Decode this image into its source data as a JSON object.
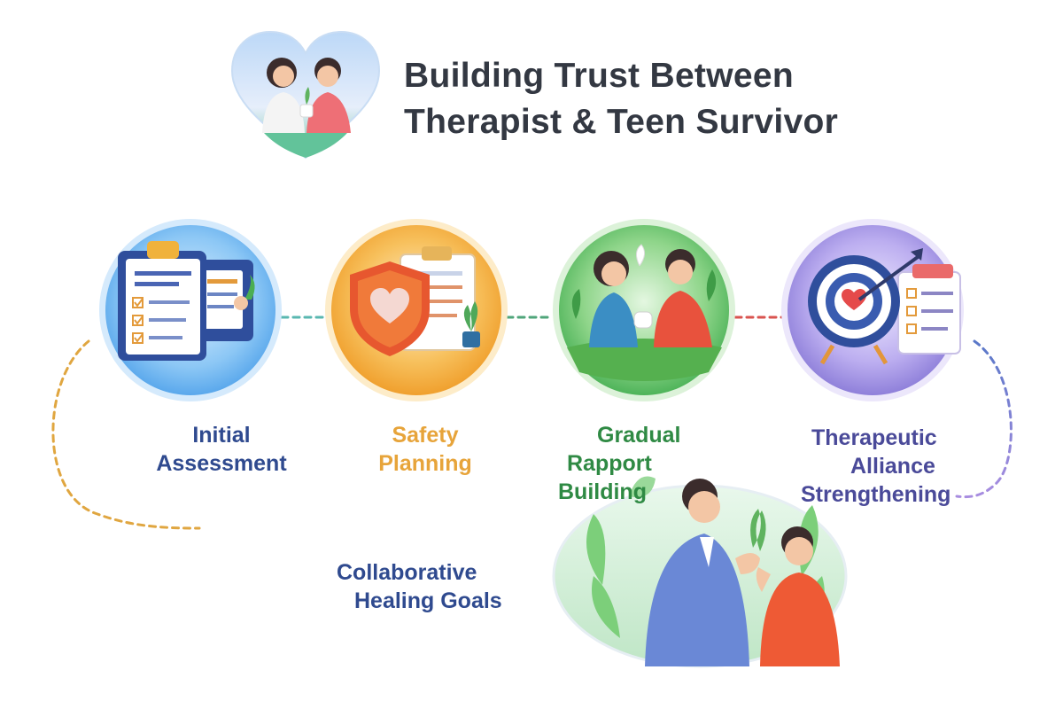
{
  "title": {
    "line1": "Building Trust Between",
    "line2": "Therapist & Teen Survivor"
  },
  "stages": [
    {
      "lines": [
        "Initial",
        "Assessment"
      ],
      "color": "#2f4a8f",
      "icon": "clipboard-checklist-icon"
    },
    {
      "lines": [
        "Safety",
        "Planning"
      ],
      "color": "#e7a43a",
      "icon": "heart-shield-icon"
    },
    {
      "lines": [
        "Gradual",
        "Rapport",
        "Building"
      ],
      "color": "#2f8a44",
      "icon": "two-people-talking-icon"
    },
    {
      "lines": [
        "Therapeutic",
        "Alliance",
        "Strengthening"
      ],
      "color": "#4a4a99",
      "icon": "target-heart-arrow-icon"
    },
    {
      "lines": [
        "Collaborative",
        "Healing Goals"
      ],
      "color": "#2f4a8f",
      "icon": "therapist-and-teen-icon"
    }
  ],
  "header_icon": "heart-people-icon",
  "colors": {
    "title": "#333842",
    "blue": "#5aa8ec",
    "orange": "#f2a93b",
    "green": "#5fbf6a",
    "purple": "#9a8ae0",
    "teal": "#3fb3a8"
  }
}
